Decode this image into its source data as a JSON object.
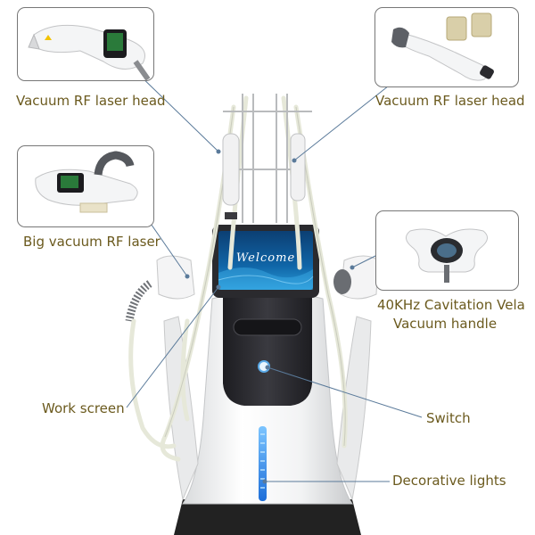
{
  "labels": {
    "left_top": "Vacuum RF laser head",
    "right_top": "Vacuum RF laser head",
    "left_mid": "Big vacuum RF laser",
    "right_mid_line1": "40KHz Cavitation Vela",
    "right_mid_line2": "Vacuum handle",
    "work_screen": "Work screen",
    "switch": "Switch",
    "decorative_lights": "Decorative lights"
  },
  "screen": {
    "text": "Welcome"
  },
  "colors": {
    "label_text": "#6b5a1e",
    "leader_line": "#5a7a9a",
    "screen_blue": "#0d4d86",
    "light_blue": "#2f8fe6",
    "body_dark": "#2b2b2f",
    "tube": "#e6e8d9"
  }
}
